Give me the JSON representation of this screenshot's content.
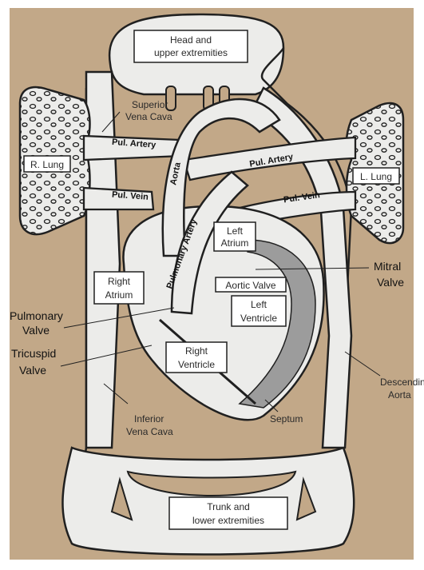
{
  "colors": {
    "background": "#c2a888",
    "vessel_fill": "#ececea",
    "outline": "#202020",
    "septum": "#9c9c9c"
  },
  "boxes": {
    "head": [
      "Head and",
      "upper extremities"
    ],
    "trunk": [
      "Trunk and",
      "lower extremities"
    ],
    "r_lung": "R. Lung",
    "l_lung": "L. Lung",
    "left_atrium": [
      "Left",
      "Atrium"
    ],
    "right_atrium": [
      "Right",
      "Atrium"
    ],
    "aortic_valve": "Aortic Valve",
    "left_ventricle": [
      "Left",
      "Ventricle"
    ],
    "right_ventricle": [
      "Right",
      "Ventricle"
    ]
  },
  "labels": {
    "superior_vena_cava": [
      "Superior",
      "Vena Cava"
    ],
    "inferior_vena_cava": [
      "Inferior",
      "Vena Cava"
    ],
    "descending_aorta": [
      "Descending",
      "Aorta"
    ],
    "septum": "Septum",
    "mitral_valve": [
      "Mitral",
      "Valve"
    ],
    "pulmonary_valve": [
      "Pulmonary",
      "Valve"
    ],
    "tricuspid_valve": [
      "Tricuspid",
      "Valve"
    ]
  },
  "vessels": {
    "pul_artery_right": "Pul. Artery",
    "pul_artery_left": "Pul. Artery",
    "pul_vein_right": "Pul. Vein",
    "pul_vein_left": "Pul. Vein",
    "aorta": "Aorta",
    "pulmonary_artery": "Pulmonary Artery"
  }
}
